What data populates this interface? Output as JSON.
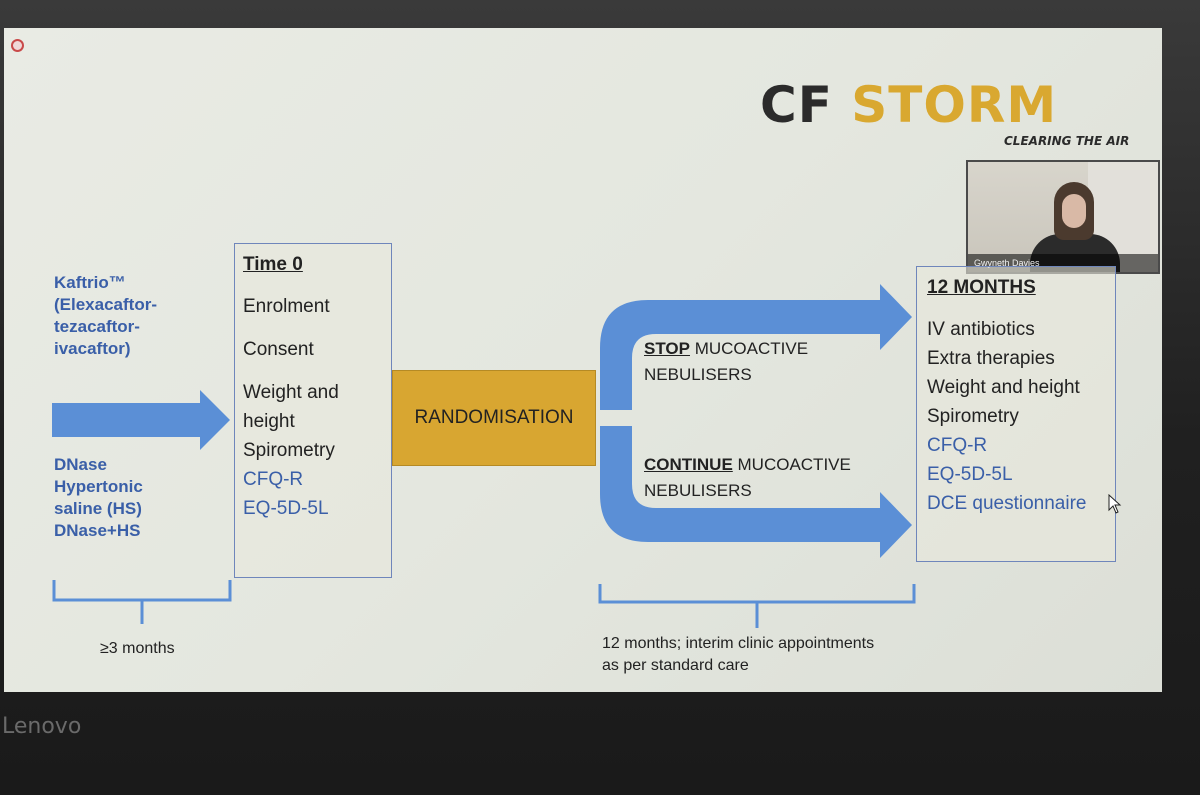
{
  "logo": {
    "cf": "CF",
    "storm": "STORM",
    "tagline": "CLEARING THE AIR"
  },
  "video": {
    "participant_name": "Gwyneth Davies"
  },
  "left": {
    "drug_lines": [
      "Kaftrio™",
      "(Elexacaftor-",
      "tezacaftor-",
      "ivacaftor)"
    ],
    "therapies": [
      "DNase",
      "Hypertonic",
      "saline (HS)",
      "DNase+HS"
    ],
    "bracket_label": "≥3 months"
  },
  "time0": {
    "title": "Time 0",
    "items": [
      "Enrolment",
      "Consent",
      "Weight and",
      "height",
      "Spirometry"
    ],
    "blue_items": [
      "CFQ-R",
      "EQ-5D-5L"
    ]
  },
  "randomisation": {
    "label": "RANDOMISATION"
  },
  "arms": {
    "stop": {
      "bold": "STOP",
      "rest": " MUCOACTIVE",
      "line2": "NEBULISERS"
    },
    "continue": {
      "bold": "CONTINUE",
      "rest": " MUCOACTIVE",
      "line2": "NEBULISERS"
    }
  },
  "months12": {
    "title": "12 MONTHS",
    "items": [
      "IV antibiotics",
      "Extra therapies",
      "Weight and height",
      "Spirometry"
    ],
    "blue_items": [
      "CFQ-R",
      "EQ-5D-5L",
      "DCE questionnaire"
    ]
  },
  "right_bracket": {
    "line1": "12 months; interim clinic appointments",
    "line2": "as per standard care"
  },
  "laptop": {
    "brand": "Lenovo"
  },
  "colors": {
    "arrow_blue": "#5b8fd6",
    "gold": "#d8a631",
    "text_blue": "#3a5fa8"
  }
}
